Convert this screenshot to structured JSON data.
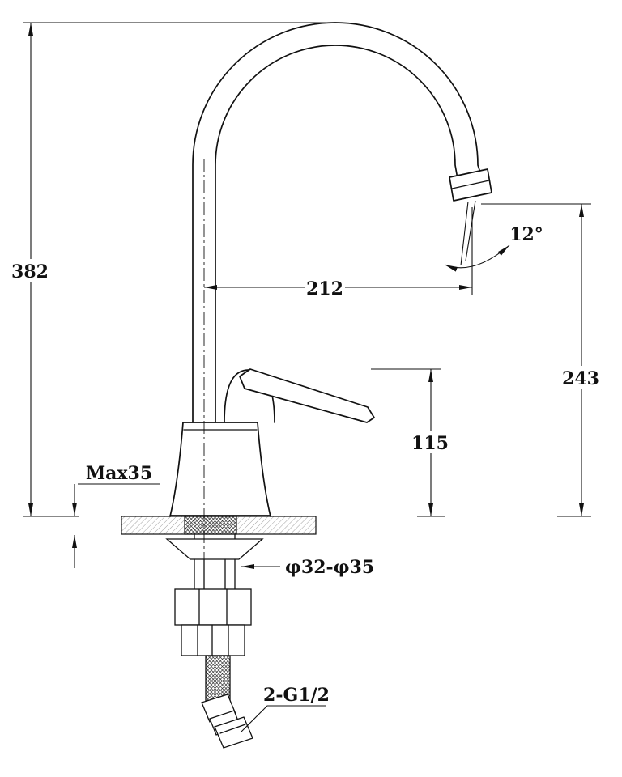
{
  "labels": {
    "overall_height": "382",
    "spout_reach": "212",
    "outlet_height": "243",
    "body_height": "115",
    "outlet_angle": "12°",
    "max_deck_thickness": "Max35",
    "hole_diameter": "φ32-φ35",
    "connection_thread": "2-G1/2"
  },
  "colors": {
    "line": "#111111",
    "background": "#ffffff"
  }
}
